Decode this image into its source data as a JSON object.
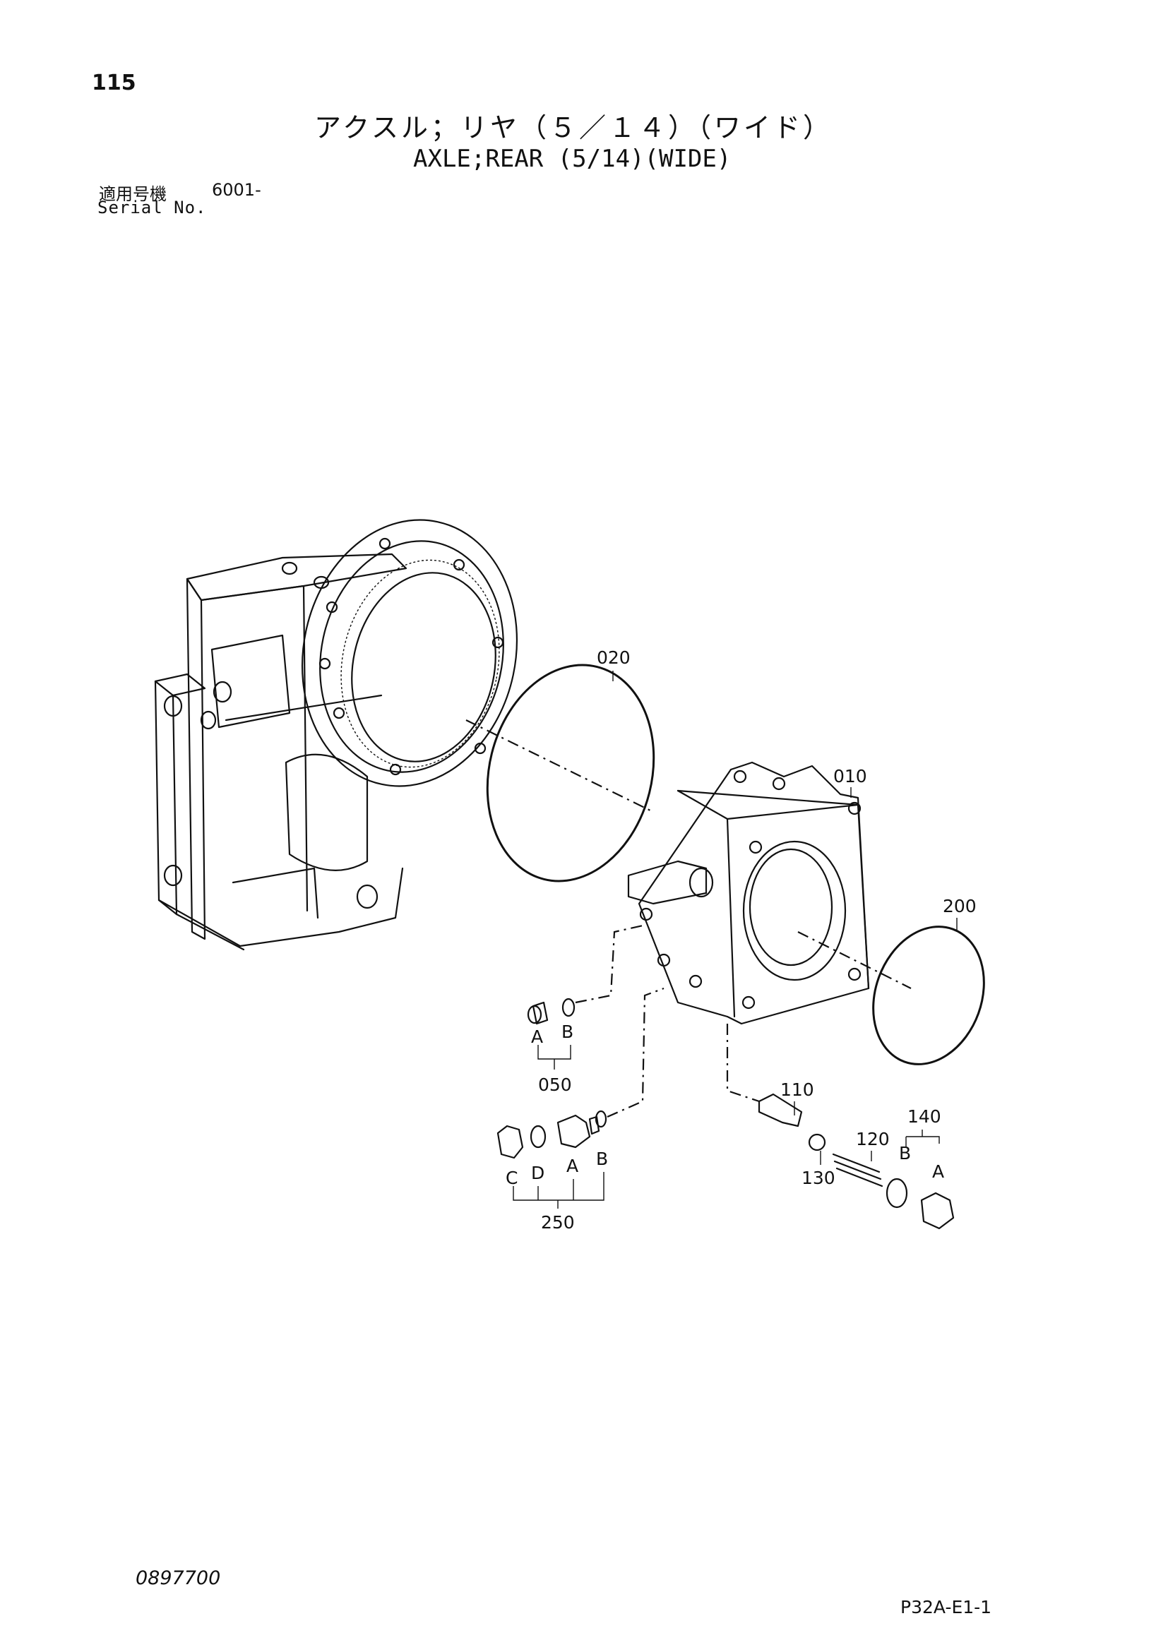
{
  "header": {
    "page_number": "115",
    "title_jp": "アクスル；リヤ（５／１４）（ワイド）",
    "title_en": "AXLE;REAR (5/14)(WIDE)",
    "serial_label_jp": "適用号機",
    "serial_value": "6001-",
    "serial_label_en": "Serial No."
  },
  "callouts": {
    "p010": "010",
    "p020": "020",
    "p050": "050",
    "p110": "110",
    "p120": "120",
    "p130": "130",
    "p140": "140",
    "p200": "200",
    "p250": "250",
    "sub_050_a": "A",
    "sub_050_b": "B",
    "sub_250_a": "A",
    "sub_250_b": "B",
    "sub_250_c": "C",
    "sub_250_d": "D",
    "sub_140_a": "A",
    "sub_140_b": "B"
  },
  "footer": {
    "doc_number": "0897700",
    "page_code": "P32A-E1-1"
  }
}
